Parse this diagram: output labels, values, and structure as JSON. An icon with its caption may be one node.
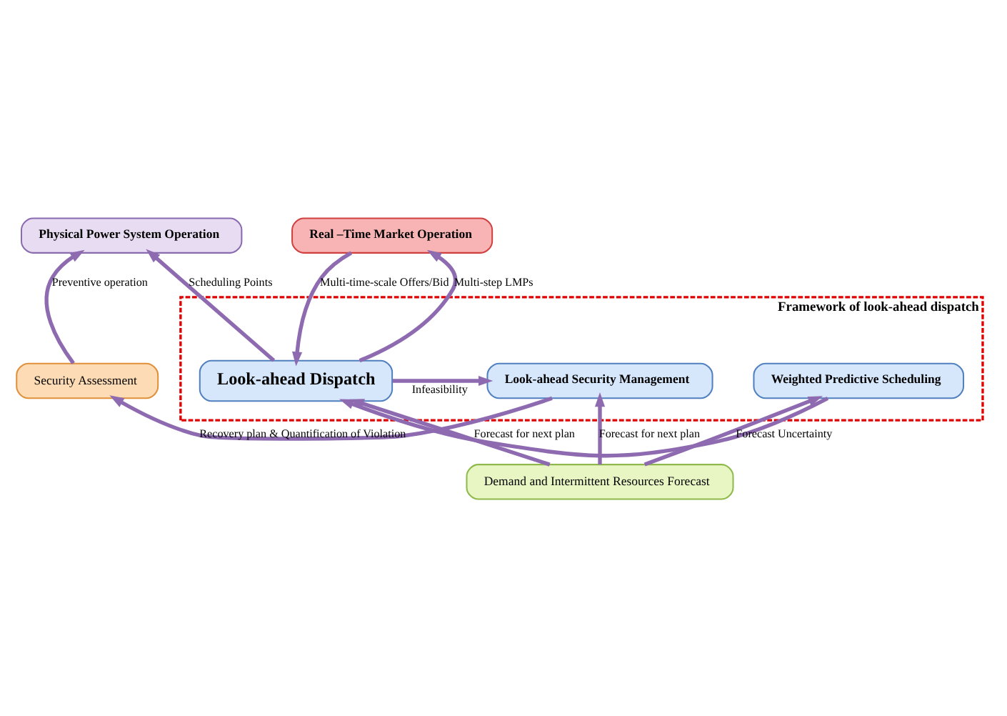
{
  "diagram": {
    "nodes": [
      {
        "text": [
          "Physical Power System Operation"
        ]
      },
      {
        "text": [
          "Real –Time Market Operation"
        ]
      },
      {
        "text": [
          "Security Assessment"
        ]
      },
      {
        "text": [
          "Framework of look-ahead dispatch"
        ]
      },
      {
        "text": [
          "Look-ahead Dispatch"
        ],
        "in": 3
      },
      {
        "text": [
          "Look-ahead Security Management"
        ],
        "in": 3
      },
      {
        "text": [
          "Weighted Predictive Scheduling"
        ],
        "in": 3
      },
      {
        "text": [
          "Demand and Intermittent Resources Forecast"
        ]
      }
    ],
    "edges": [
      {
        "from": 2,
        "to": 0,
        "arrow": "to",
        "label": "Preventive operation"
      },
      {
        "from": 5,
        "to": 2,
        "arrow": "to",
        "label": "Recovery plan & Quantification of Violation"
      },
      {
        "from": 4,
        "to": 0,
        "arrow": "to",
        "label": "Scheduling Points"
      },
      {
        "from": 4,
        "to": 5,
        "arrow": "to",
        "label": "Infeasibility"
      },
      {
        "from": 1,
        "to": 4,
        "arrow": "to",
        "label": "Multi-time-scale Offers/Bid"
      },
      {
        "from": 4,
        "to": 1,
        "arrow": "to",
        "label": "Multi-step LMPs"
      },
      {
        "from": 6,
        "to": 4,
        "arrow": "to"
      },
      {
        "from": 7,
        "to": 4,
        "arrow": "to",
        "label": "Forecast for next plan"
      },
      {
        "from": 7,
        "to": 5,
        "arrow": "to",
        "label": "Forecast for next plan"
      },
      {
        "from": 7,
        "to": 6,
        "arrow": "to",
        "label": "Forecast Uncertainty"
      }
    ]
  }
}
